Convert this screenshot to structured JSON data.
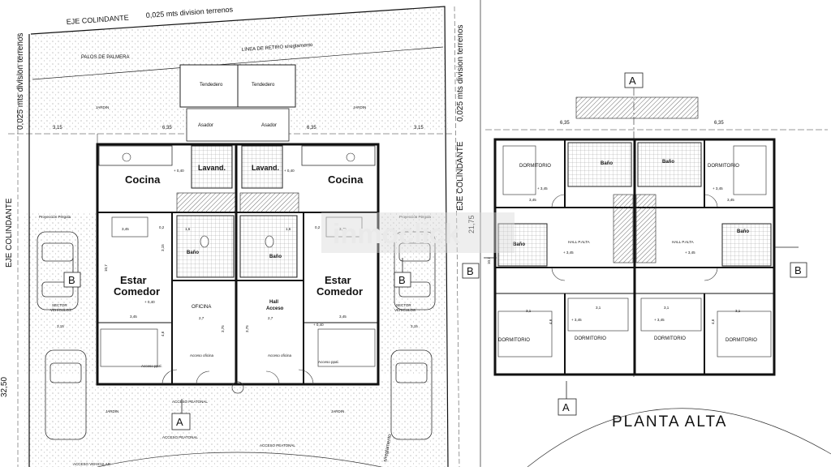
{
  "site": {
    "eje_colindante": "EJE COLINDANTE",
    "eje_colindante_left": "EJE COLINDANTE",
    "eje_colindante_right": "EJE COLINDANTE",
    "division_top": "0,025 mts division terrenos",
    "division_left": "0,025 mts division terrenos",
    "division_right": "0,025 mts division terrenos",
    "palos_palmera": "PALOS DE PALMERA",
    "linea_retiro": "LINEA DE RETIRO s/reglamento",
    "reglamento": "s/reglamento",
    "total_width": "32,50",
    "depth": "21,75"
  },
  "watermark": "inmoclick",
  "planta_baja": {
    "rooms": {
      "tendedero_l": "Tendedero",
      "tendedero_r": "Tendedero",
      "asador_l": "Asador",
      "asador_r": "Asador",
      "jardin_tl": "JARDIN",
      "jardin_tr": "JARDIN",
      "cocina_l": "Cocina",
      "cocina_r": "Cocina",
      "lavand_l": "Lavand.",
      "lavand_r": "Lavand.",
      "bano_l": "Baño",
      "bano_r": "Baño",
      "estar_l": "Estar",
      "comedor_l": "Comedor",
      "estar_r": "Estar",
      "comedor_r": "Comedor",
      "oficina": "OFICINA",
      "hall": "Hall",
      "acceso": "Acceso",
      "sector_l": "SECTOR",
      "vehiculos_l": "VEHICULOS",
      "sector_r": "SECTOR",
      "vehiculos_r": "VEHICULOS",
      "acceso_ppal_l": "Acceso ppal.",
      "acceso_ppal_r": "Acceso ppal.",
      "acceso_oficina_l": "Acceso oficina",
      "acceso_oficina_r": "Acceso oficina",
      "proyeccion_l": "Proyección Pérgola",
      "proyeccion_r": "Proyección Pérgola",
      "jardin_bl": "JARDIN",
      "jardin_br": "JARDIN",
      "acceso_peatonal_1": "ACCESO PEATONAL",
      "acceso_peatonal_2": "ACCESO PEATONAL",
      "acceso_peatonal_3": "ACCESO PEATONAL",
      "acceso_vehicular": "ACCESO VEHICULAR"
    },
    "levels": {
      "cocina_l": "+ 0,40",
      "cocina_r": "+ 0,40",
      "estar_l": "+ 0,40",
      "estar_r": "+ 0,40"
    },
    "dims": {
      "d315_l": "3,15",
      "d635_l": "6,35",
      "d635_r": "6,35",
      "d315_r": "3,15",
      "d345_a": "3,45",
      "d345_b": "3,45",
      "d345_c": "3,45",
      "d345_d": "3,45",
      "d02_a": "0,2",
      "d02_b": "0,2",
      "d16_a": "1,6",
      "d16_b": "1,6",
      "d27_a": "2,7",
      "d27_b": "2,7",
      "d375_a": "3,75",
      "d375_b": "3,75",
      "d107": "10,7",
      "d46": "4,6",
      "d315_v": "3,15",
      "d315_bl": "3,15",
      "d315_br": "3,15"
    },
    "labels": {
      "b_left": "B",
      "b_right": "B",
      "a_bottom": "A"
    }
  },
  "planta_alta": {
    "title": "PLANTA ALTA",
    "rooms": {
      "dorm_tl": "DORMITORIO",
      "dorm_tr": "DORMITORIO",
      "bano_t1": "Baño",
      "bano_t2": "Baño",
      "bano_l": "Baño",
      "bano_r": "Baño",
      "hall_l": "HALL P.ALTA",
      "hall_r": "HALL P.ALTA",
      "dorm_b1": "DORMITORIO",
      "dorm_b2": "DORMITORIO",
      "dorm_b3": "DORMITORIO",
      "dorm_b4": "DORMITORIO"
    },
    "levels": {
      "dorm_tl": "+ 3,45",
      "dorm_tr": "+ 3,45",
      "hall_l": "+ 3,45",
      "hall_r": "+ 3,45",
      "dorm_b2": "+ 3,45",
      "dorm_b3": "+ 3,45"
    },
    "dims": {
      "d635_l": "6,35",
      "d635_r": "6,35",
      "d345_l": "3,45",
      "d345_r": "3,45",
      "d31_a": "3,1",
      "d31_b": "3,1",
      "d31_c": "3,1",
      "d31_d": "3,1",
      "d107": "10,7",
      "d46_l": "4,6",
      "d46_r": "4,6"
    },
    "labels": {
      "a_top": "A",
      "a_bottom": "A",
      "b_left": "B",
      "b_right": "B"
    }
  }
}
